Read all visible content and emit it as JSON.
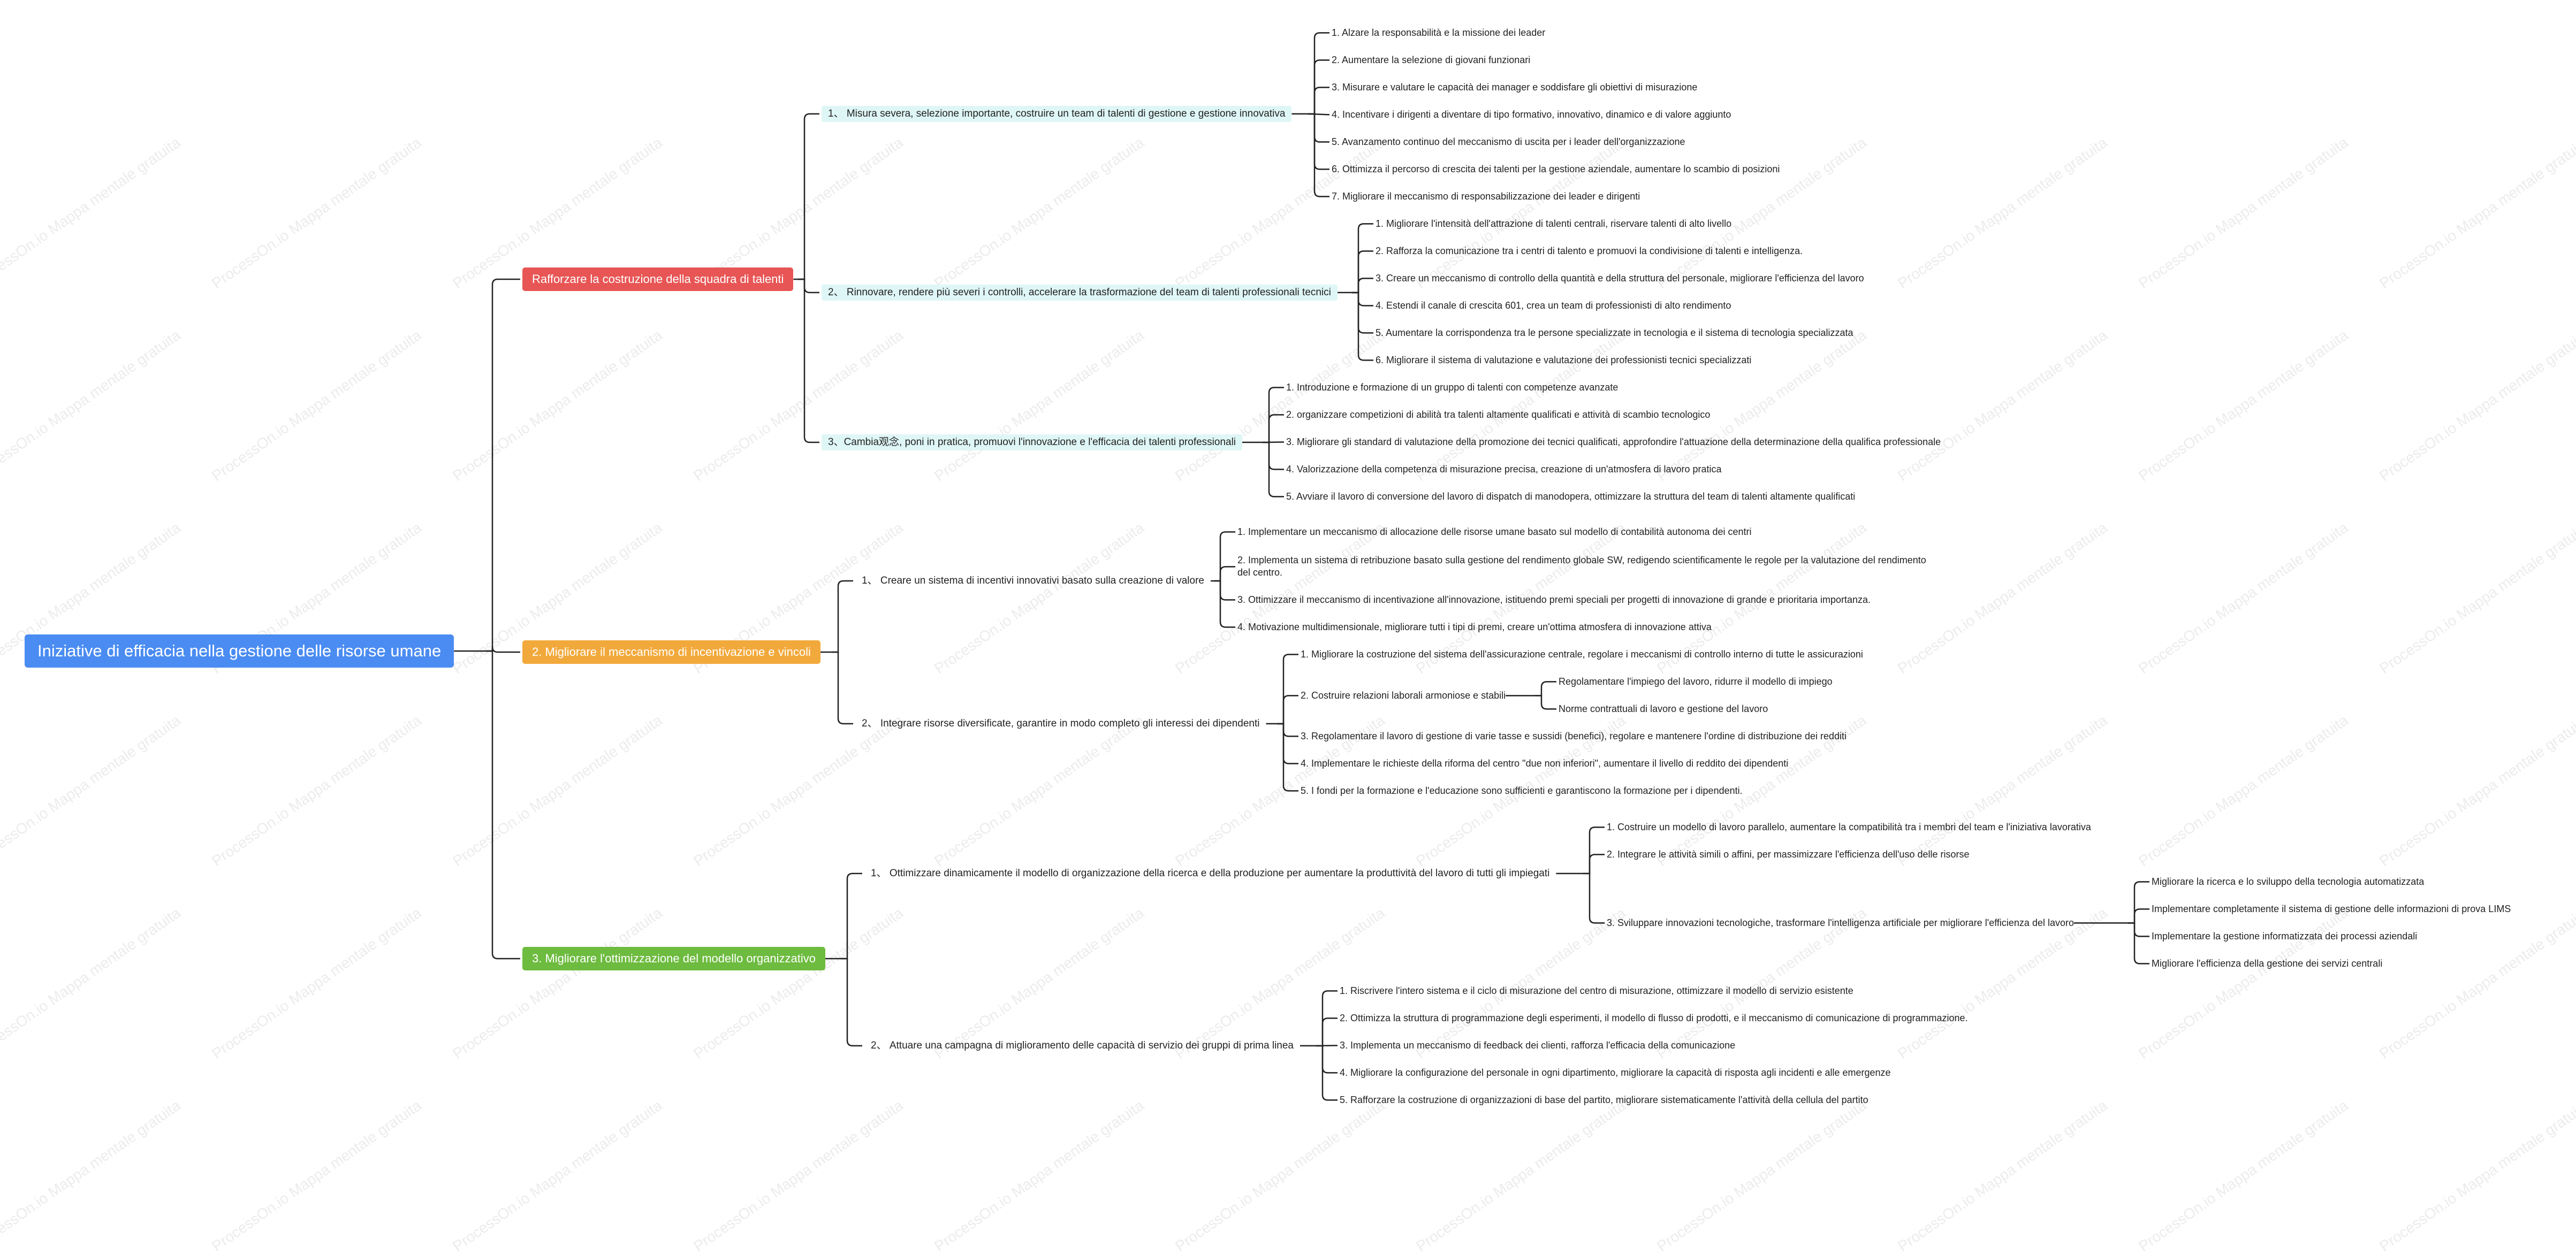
{
  "watermark": "ProcessOn.io Mappa mentale gratuita",
  "colors": {
    "root": "#4a8cf2",
    "branch1": "#e85555",
    "branch2": "#f2a93b",
    "branch3": "#6dbb3f",
    "line": "#222222",
    "highlight": "#dff6f6"
  },
  "root": {
    "label": "Iniziative di efficacia nella gestione delle risorse umane"
  },
  "branches": [
    {
      "label": "Rafforzare la costruzione della squadra di talenti",
      "children": [
        {
          "label": "1、 Misura severa, selezione importante, costruire un team di talenti di gestione e gestione innovativa",
          "children": [
            {
              "label": "1. Alzare la responsabilità e la missione dei leader"
            },
            {
              "label": "2. Aumentare la selezione di giovani funzionari"
            },
            {
              "label": "3. Misurare e valutare le capacità dei manager e soddisfare gli obiettivi di misurazione"
            },
            {
              "label": "4. Incentivare i dirigenti a diventare di tipo formativo, innovativo, dinamico e di valore aggiunto"
            },
            {
              "label": "5. Avanzamento continuo del meccanismo di uscita per i leader dell'organizzazione"
            },
            {
              "label": "6. Ottimizza il percorso di crescita dei talenti per la gestione aziendale, aumentare lo scambio di posizioni"
            },
            {
              "label": "7. Migliorare il meccanismo di responsabilizzazione dei leader e dirigenti"
            }
          ]
        },
        {
          "label": "2、 Rinnovare, rendere più severi i controlli, accelerare la trasformazione del team di talenti professionali tecnici",
          "children": [
            {
              "label": "1. Migliorare l'intensità dell'attrazione di talenti centrali, riservare talenti di alto livello"
            },
            {
              "label": "2. Rafforza la comunicazione tra i centri di talento e promuovi la condivisione di talenti e intelligenza."
            },
            {
              "label": "3. Creare un meccanismo di controllo della quantità e della struttura del personale, migliorare l'efficienza del lavoro"
            },
            {
              "label": "4. Estendi il canale di crescita 601, crea un team di professionisti di alto rendimento"
            },
            {
              "label": "5. Aumentare la corrispondenza tra le persone specializzate in tecnologia e il sistema di tecnologia specializzata"
            },
            {
              "label": "6. Migliorare il sistema di valutazione e valutazione dei professionisti tecnici specializzati"
            }
          ]
        },
        {
          "label": "3、Cambia观念, poni in pratica, promuovi l'innovazione e l'efficacia dei talenti professionali",
          "children": [
            {
              "label": "1. Introduzione e formazione di un gruppo di talenti con competenze avanzate"
            },
            {
              "label": "2. organizzare competizioni di abilità tra talenti altamente qualificati e attività di scambio tecnologico"
            },
            {
              "label": "3. Migliorare gli standard di valutazione della promozione dei tecnici qualificati, approfondire l'attuazione della determinazione della qualifica professionale"
            },
            {
              "label": "4. Valorizzazione della competenza di misurazione precisa, creazione di un'atmosfera di lavoro pratica"
            },
            {
              "label": "5. Avviare il lavoro di conversione del lavoro di dispatch di manodopera, ottimizzare la struttura del team di talenti altamente qualificati"
            }
          ]
        }
      ]
    },
    {
      "label": "2. Migliorare il meccanismo di incentivazione e vincoli",
      "children": [
        {
          "label": "1、 Creare un sistema di incentivi innovativi basato sulla creazione di valore",
          "children": [
            {
              "label": "1. Implementare un meccanismo di allocazione delle risorse umane basato sul modello di contabilità autonoma dei centri"
            },
            {
              "label": "2. Implementa un sistema di retribuzione basato sulla gestione del rendimento globale SW, redigendo scientificamente le regole per la valutazione del rendimento del centro."
            },
            {
              "label": "3. Ottimizzare il meccanismo di incentivazione all'innovazione, istituendo premi speciali per progetti di innovazione di grande e prioritaria importanza."
            },
            {
              "label": "4. Motivazione multidimensionale, migliorare tutti i tipi di premi, creare un'ottima atmosfera di innovazione attiva"
            }
          ]
        },
        {
          "label": "2、 Integrare risorse diversificate, garantire in modo completo gli interessi dei dipendenti",
          "children": [
            {
              "label": "1. Migliorare la costruzione del sistema dell'assicurazione centrale, regolare i meccanismi di controllo interno di tutte le assicurazioni"
            },
            {
              "label": "2. Costruire relazioni laborali armoniose e stabili",
              "children": [
                {
                  "label": "Regolamentare l'impiego del lavoro, ridurre il modello di impiego"
                },
                {
                  "label": "Norme contrattuali di lavoro e gestione del lavoro"
                }
              ]
            },
            {
              "label": "3. Regolamentare il lavoro di gestione di varie tasse e sussidi (benefici), regolare e mantenere l'ordine di distribuzione dei redditi"
            },
            {
              "label": "4. Implementare le richieste della riforma del centro \"due non inferiori\", aumentare il livello di reddito dei dipendenti"
            },
            {
              "label": "5. I fondi per la formazione e l'educazione sono sufficienti e garantiscono la formazione per i dipendenti."
            }
          ]
        }
      ]
    },
    {
      "label": "3. Migliorare l'ottimizzazione del modello organizzativo",
      "children": [
        {
          "label": "1、 Ottimizzare dinamicamente il modello di organizzazione della ricerca e della produzione per aumentare la produttività del lavoro di tutti gli impiegati",
          "children": [
            {
              "label": "1. Costruire un modello di lavoro parallelo, aumentare la compatibilità tra i membri del team e l'iniziativa lavorativa"
            },
            {
              "label": "2. Integrare le attività simili o affini, per massimizzare l'efficienza dell'uso delle risorse"
            },
            {
              "label": "3. Sviluppare innovazioni tecnologiche, trasformare l'intelligenza artificiale per migliorare l'efficienza del lavoro",
              "children": [
                {
                  "label": "Migliorare la ricerca e lo sviluppo della tecnologia automatizzata"
                },
                {
                  "label": "Implementare completamente il sistema di gestione delle informazioni di prova LIMS"
                },
                {
                  "label": "Implementare la gestione informatizzata dei processi aziendali"
                },
                {
                  "label": "Migliorare l'efficienza della gestione dei servizi centrali"
                }
              ]
            }
          ]
        },
        {
          "label": "2、 Attuare una campagna di miglioramento delle capacità di servizio dei gruppi di prima linea",
          "children": [
            {
              "label": "1. Riscrivere l'intero sistema e il ciclo di misurazione del centro di misurazione, ottimizzare il modello di servizio esistente"
            },
            {
              "label": "2. Ottimizza la struttura di programmazione degli esperimenti, il modello di flusso di prodotti, e il meccanismo di comunicazione di programmazione."
            },
            {
              "label": "3. Implementa un meccanismo di feedback dei clienti, rafforza l'efficacia della comunicazione"
            },
            {
              "label": "4. Migliorare la configurazione del personale in ogni dipartimento, migliorare la capacità di risposta agli incidenti e alle emergenze"
            },
            {
              "label": "5. Rafforzare la costruzione di organizzazioni di base del partito, migliorare sistematicamente l'attività della cellula del partito"
            }
          ]
        }
      ]
    }
  ]
}
